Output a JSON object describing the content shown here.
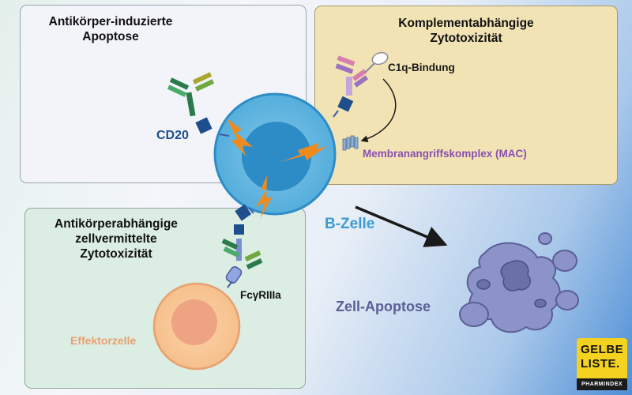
{
  "panels": {
    "apoptosis": {
      "line1": "Antikörper-induzierte",
      "line2": "Apoptose"
    },
    "cdc": {
      "line1": "Komplementabhängige",
      "line2": "Zytotoxizität"
    },
    "adcc": {
      "line1": "Antikörperabhängige",
      "line2": "zellvermittelte",
      "line3": "Zytotoxizität"
    }
  },
  "labels": {
    "cd20": "CD20",
    "c1q": "C1q-Bindung",
    "mac": "Membranangriffskomplex (MAC)",
    "b_cell": "B-Zelle",
    "fcgr": "FcγRIIIa",
    "effector": "Effektorzelle",
    "apoptosis": "Zell-Apoptose"
  },
  "logo": {
    "line1": "GELBE",
    "line2": "LISTE.",
    "line3": "PHARMINDEX"
  },
  "colors": {
    "cd20": "#1f4e8c",
    "mac": "#8a4fb0",
    "b_cell": "#3c9ad3",
    "effector": "#e8a070",
    "apoptosis": "#5a5f96",
    "lightning": "#f08a1c",
    "logo_bg": "#f5d21f"
  }
}
